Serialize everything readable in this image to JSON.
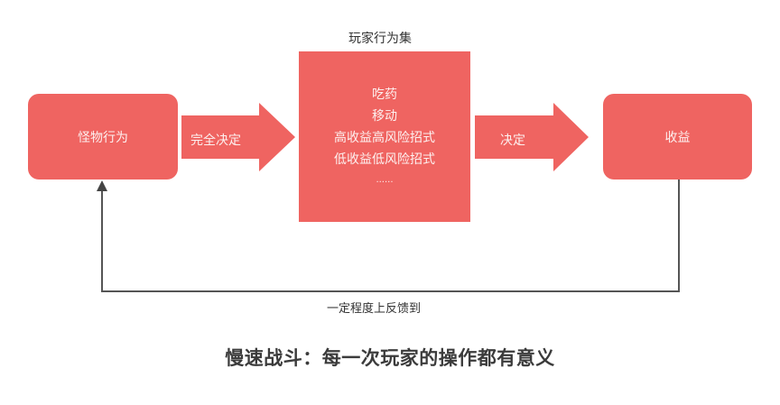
{
  "colors": {
    "node_fill": "#ef6461",
    "node_text": "#fdf0ef",
    "line": "#555555",
    "caption_text": "#333333",
    "title_text": "#3b3b3b"
  },
  "diagram": {
    "nodes": {
      "monster_behavior": {
        "label": "怪物行为"
      },
      "player_action_set": {
        "caption": "玩家行为集",
        "items": [
          "吃药",
          "移动",
          "高收益高风险招式",
          "低收益低风险招式",
          "......"
        ]
      },
      "reward": {
        "label": "收益"
      }
    },
    "edges": {
      "monster_to_actions": {
        "label": "完全决定"
      },
      "actions_to_reward": {
        "label": "决定"
      },
      "reward_feedback": {
        "label": "一定程度上反馈到"
      }
    }
  },
  "title": "慢速战斗：每一次玩家的操作都有意义"
}
